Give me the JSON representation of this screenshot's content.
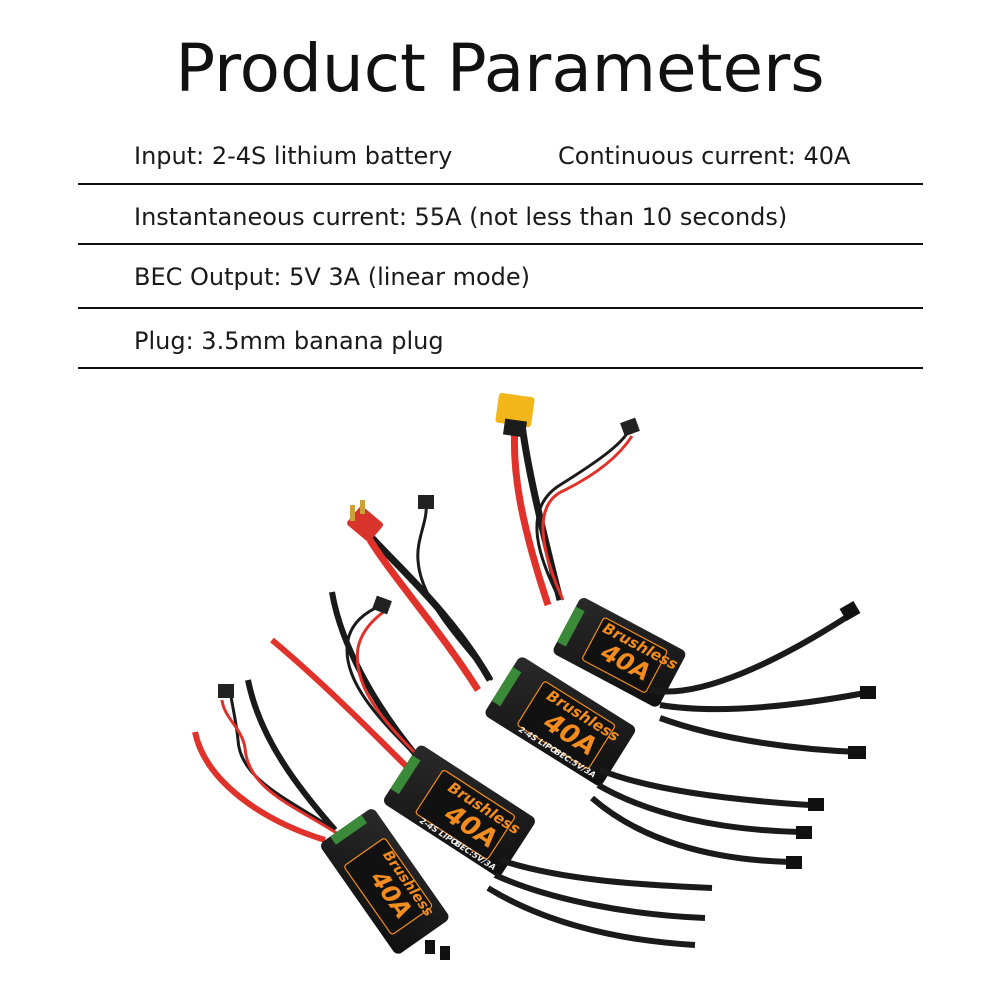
{
  "title": "Product Parameters",
  "params": {
    "input": "Input: 2-4S lithium battery",
    "continuous": "Continuous current: 40A",
    "instantaneous": "Instantaneous current: 55A (not less than 10 seconds)",
    "bec": "BEC Output: 5V 3A (linear mode)",
    "plug": "Plug: 3.5mm banana plug"
  },
  "esc": {
    "brand": "Brushless",
    "rating": "40A",
    "cells": "2-4S LIPO",
    "bec": "BEC:5V/3A"
  },
  "colors": {
    "esc_body": "#1c1c1c",
    "accent": "#f28c1e",
    "red_wire": "#e0322a",
    "xt60": "#f2b51a",
    "t_plug": "#d8342c"
  }
}
